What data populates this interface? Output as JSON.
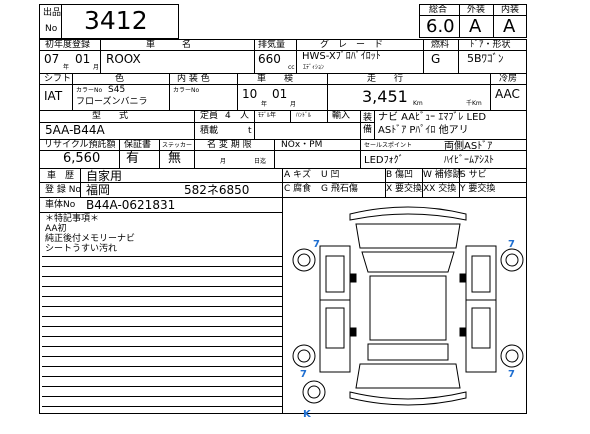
{
  "header": {
    "lot_label_top": "出品",
    "lot_label_bottom": "No",
    "lot_number": "3412",
    "overall_label": "総合",
    "exterior_label": "外装",
    "interior_label": "内装",
    "overall_grade": "6.0",
    "exterior_grade": "A",
    "interior_grade": "A"
  },
  "row1": {
    "first_reg_label": "初年度登録",
    "car_name_label": "車　　　名",
    "displacement_label": "排気量",
    "grade_label": "グ　レ　ー　ド",
    "fuel_label": "燃料",
    "door_label": "ﾄﾞｱ・形状",
    "year": "07",
    "month": "01",
    "year_unit": "年",
    "month_unit": "月",
    "car_name": "ROOX",
    "displacement": "660",
    "cc_unit": "cc",
    "grade_line1": "HWS-Xﾌﾟﾛﾊﾟｲﾛｯﾄ",
    "grade_line2": "ｴﾃﾞｨｼｮﾝ",
    "fuel": "G",
    "door": "5Bﾜｺﾞﾝ"
  },
  "row2": {
    "shift_label": "シフト",
    "color_label": "色",
    "interior_color_label": "内 装 色",
    "inspection_label": "車　　検",
    "mileage_label": "走　　行",
    "ac_label": "冷房",
    "shift": "IAT",
    "color_no_label": "カラーNo",
    "color_no": "S45",
    "color_name": "フローズンバニラ",
    "int_color_no_label": "カラーNo",
    "inspection_year": "10",
    "inspection_month": "01",
    "year_unit": "年",
    "month_unit": "月",
    "mileage": "3,451",
    "km_unit": "Km",
    "thousand_km": "千Km",
    "ac": "AAC"
  },
  "row3": {
    "model_label": "型　　式",
    "capacity_label": "定員",
    "capacity": "4",
    "person_unit": "人",
    "load_label": "積載",
    "load_unit": "t",
    "year_model_label": "ﾓﾃﾞﾙ年",
    "handle_label": "ﾊﾝﾄﾞﾙ",
    "import_label": "輸入",
    "equipment_label": "装\n備",
    "model": "5AA-B44A",
    "equipment_line1": "ナビ AAﾋﾞｭｰ ｴﾏﾌﾞﾚ LED",
    "equipment_line2": "ASﾄﾞｱ Pﾊﾟｲﾛ 他アリ"
  },
  "row4": {
    "recycle_label": "リサイクル預託額",
    "warranty_label": "保証書",
    "sticker_label": "ステッカー",
    "name_change_label": "名 変 期 限",
    "nox_label": "NOx・PM",
    "selling_point_label": "セールスポイント",
    "recycle_amount": "6,560",
    "warranty": "有",
    "sticker": "無",
    "month_unit": "月",
    "day_unit": "日迄",
    "sp_line1_right": "両側ASﾄﾞｱ",
    "sp_line2_left": "LEDﾌｫｸﾞ",
    "sp_line2_right": "ﾊｲﾋﾞｰﾑｱｼｽﾄ"
  },
  "history": {
    "history_label": "車　歴",
    "history": "自家用",
    "reg_label": "登 録 No",
    "region": "福岡",
    "plate": "582ネ6850",
    "chassis_label": "車体No",
    "chassis": "B44A-0621831"
  },
  "legend": [
    {
      "code": "A",
      "label": "キズ"
    },
    {
      "code": "U",
      "label": "凹"
    },
    {
      "code": "B",
      "label": "傷凹"
    },
    {
      "code": "W",
      "label": "補修跡"
    },
    {
      "code": "S",
      "label": "サビ"
    },
    {
      "code": "C",
      "label": "腐食"
    },
    {
      "code": "G",
      "label": "飛石傷"
    },
    {
      "code": "X",
      "label": "要交換"
    },
    {
      "code": "XX",
      "label": "交換"
    },
    {
      "code": "Y",
      "label": "要交換"
    }
  ],
  "notes": {
    "heading": "＊特記事項＊",
    "lines": [
      "AA初",
      "純正後付メモリーナビ",
      "シートうすい汚れ"
    ]
  },
  "damage_marks": [
    {
      "mark": "7",
      "location": "front-left-tire"
    },
    {
      "mark": "7",
      "location": "front-right-tire"
    },
    {
      "mark": "7",
      "location": "rear-left-tire"
    },
    {
      "mark": "7",
      "location": "rear-right-tire"
    },
    {
      "mark": "K",
      "location": "spare-tire"
    }
  ],
  "colors": {
    "ink": "#000000",
    "mark_blue": "#1f6fd1"
  }
}
